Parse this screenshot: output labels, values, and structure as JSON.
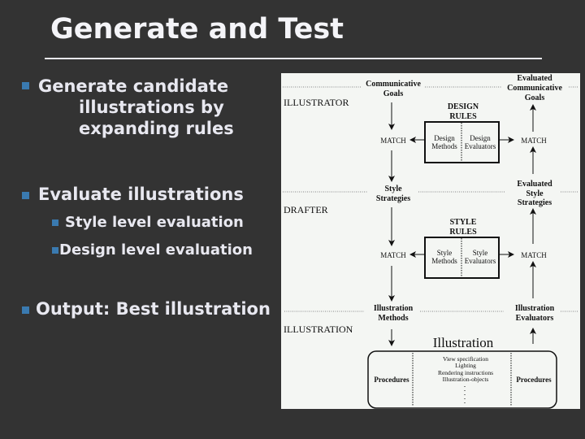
{
  "title": "Generate and Test",
  "bullets": [
    {
      "lines": [
        "Generate candidate",
        "illustrations by",
        "expanding rules"
      ]
    },
    {
      "text": "Evaluate illustrations",
      "sub": [
        "Style level evaluation",
        "Design level evaluation"
      ]
    },
    {
      "text": "Output: Best illustration"
    }
  ],
  "colors": {
    "background": "#333333",
    "bullet": "#3a7ab0",
    "text": "#e8e8f0"
  },
  "diagram": {
    "layers": [
      "ILLUSTRATOR",
      "DRAFTER",
      "ILLUSTRATION"
    ],
    "left": {
      "communicative_goals": [
        "Communicative",
        "Goals"
      ],
      "style_strategies": [
        "Style",
        "Strategies"
      ],
      "illustration_methods": [
        "Illustration",
        "Methods"
      ]
    },
    "right": {
      "evaluated_goals": [
        "Evaluated",
        "Communicative",
        "Goals"
      ],
      "evaluated_strategies": [
        "Evaluated",
        "Style",
        "Strategies"
      ],
      "illustration_evaluators": [
        "Illustration",
        "Evaluators"
      ]
    },
    "match": "MATCH",
    "design_rules": {
      "title": [
        "DESIGN",
        "RULES"
      ],
      "methods": [
        "Design",
        "Methods"
      ],
      "evaluators": [
        "Design",
        "Evaluators"
      ]
    },
    "style_rules": {
      "title": [
        "STYLE",
        "RULES"
      ],
      "methods": [
        "Style",
        "Methods"
      ],
      "evaluators": [
        "Style",
        "Evaluators"
      ]
    },
    "illustration": {
      "title": "Illustration",
      "procedures_left": "Procedures",
      "procedures_right": "Procedures",
      "items": [
        "View specification",
        "Lighting",
        "Rendering instructions",
        "Illustration-objects"
      ]
    }
  }
}
